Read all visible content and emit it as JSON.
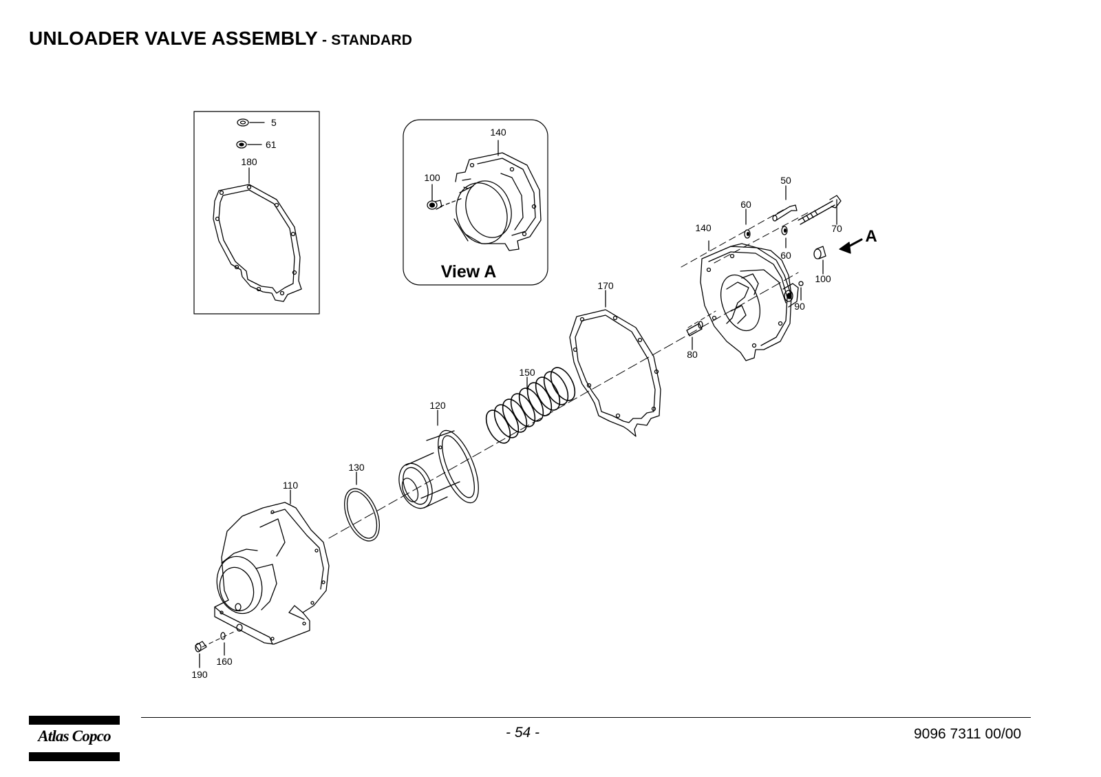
{
  "title": {
    "main": "UNLOADER VALVE ASSEMBLY",
    "sub": " - STANDARD"
  },
  "inset_kit": {
    "labels": [
      "5",
      "61",
      "180"
    ]
  },
  "view_a": {
    "label": "View A",
    "part_labels": [
      "140",
      "100"
    ]
  },
  "callouts": {
    "c50": "50",
    "c60a": "60",
    "c60b": "60",
    "c70": "70",
    "c140": "140",
    "c100": "100",
    "c90": "90",
    "c80": "80",
    "c170": "170",
    "c150": "150",
    "c120": "120",
    "c130": "130",
    "c110": "110",
    "c160": "160",
    "c190": "190"
  },
  "view_arrow_label": "A",
  "footer": {
    "page": "- 54 -",
    "doc_number": "9096 7311 00/00",
    "logo_text": "Atlas Copco"
  }
}
